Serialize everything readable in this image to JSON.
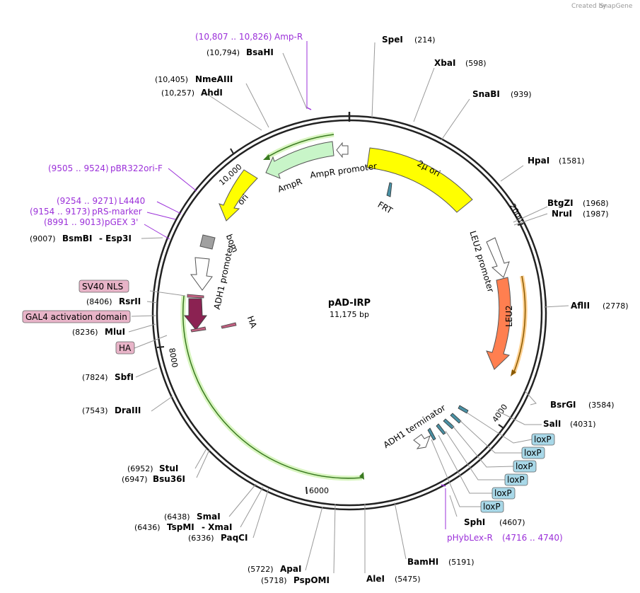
{
  "credit": "Created by",
  "credit_brand": "SnapGene",
  "plasmid": {
    "name": "pAD-IRP",
    "size_label": "11,175 bp"
  },
  "ruler_ticks": [
    {
      "label": "2000"
    },
    {
      "label": "4000"
    },
    {
      "label": "6000"
    },
    {
      "label": "8000"
    },
    {
      "label": "10,000"
    }
  ],
  "enzymes": [
    {
      "name": "SpeI",
      "pos": "(214)",
      "side": "right"
    },
    {
      "name": "XbaI",
      "pos": "(598)",
      "side": "right"
    },
    {
      "name": "SnaBI",
      "pos": "(939)",
      "side": "right"
    },
    {
      "name": "HpaI",
      "pos": "(1581)",
      "side": "right"
    },
    {
      "name": "BtgZI",
      "pos": "(1968)",
      "side": "right"
    },
    {
      "name": "NruI",
      "pos": "(1987)",
      "side": "right"
    },
    {
      "name": "AflII",
      "pos": "(2778)",
      "side": "right"
    },
    {
      "name": "BsrGI",
      "pos": "(3584)",
      "side": "right"
    },
    {
      "name": "SalI",
      "pos": "(4031)",
      "side": "right"
    },
    {
      "name": "SphI",
      "pos": "(4607)",
      "side": "right"
    },
    {
      "name": "BamHI",
      "pos": "(5191)",
      "side": "right"
    },
    {
      "name": "AleI",
      "pos": "(5475)",
      "side": "right"
    },
    {
      "name": "PspOMI",
      "pos": "(5718)",
      "side": "left"
    },
    {
      "name": "ApaI",
      "pos": "(5722)",
      "side": "left"
    },
    {
      "name": "PaqCI",
      "pos": "(6336)",
      "side": "left"
    },
    {
      "name": "TspMI",
      "pos": "(6436)",
      "side": "left",
      "extra": "- XmaI"
    },
    {
      "name": "SmaI",
      "pos": "(6438)",
      "side": "left"
    },
    {
      "name": "Bsu36I",
      "pos": "(6947)",
      "side": "left"
    },
    {
      "name": "StuI",
      "pos": "(6952)",
      "side": "left"
    },
    {
      "name": "DraIII",
      "pos": "(7543)",
      "side": "left"
    },
    {
      "name": "SbfI",
      "pos": "(7824)",
      "side": "left"
    },
    {
      "name": "MluI",
      "pos": "(8236)",
      "side": "left"
    },
    {
      "name": "RsrII",
      "pos": "(8406)",
      "side": "left"
    },
    {
      "name": "BsmBI",
      "pos": "(9007)",
      "side": "left",
      "extra": "- Esp3I"
    },
    {
      "name": "AhdI",
      "pos": "(10,257)",
      "side": "left"
    },
    {
      "name": "NmeAIII",
      "pos": "(10,405)",
      "side": "left"
    },
    {
      "name": "BsaHI",
      "pos": "(10,794)",
      "side": "left"
    }
  ],
  "primers": [
    {
      "name": "Amp-R",
      "range": "(10,807 .. 10,826)"
    },
    {
      "name": "pBR322ori-F",
      "range": "(9505 .. 9524)"
    },
    {
      "name": "L4440",
      "range": "(9254 .. 9271)"
    },
    {
      "name": "pRS-marker",
      "range": "(9154 .. 9173)"
    },
    {
      "name": "pGEX 3'",
      "range": "(8991 .. 9013)"
    },
    {
      "name": "pHybLex-R",
      "range": "(4716 .. 4740)"
    }
  ],
  "boxed_features": [
    {
      "label": "SV40 NLS",
      "color": "#e8b4c8"
    },
    {
      "label": "GAL4 activation domain",
      "color": "#e8b4c8"
    },
    {
      "label": "HA",
      "color": "#e8b4c8"
    },
    {
      "label": "loxP",
      "color": "#a8d8e8"
    },
    {
      "label": "loxP",
      "color": "#a8d8e8"
    },
    {
      "label": "loxP",
      "color": "#a8d8e8"
    },
    {
      "label": "loxP",
      "color": "#a8d8e8"
    },
    {
      "label": "loxP",
      "color": "#a8d8e8"
    },
    {
      "label": "loxP",
      "color": "#a8d8e8"
    }
  ],
  "features": {
    "two_mu_ori": "2µ ori",
    "frt": "FRT",
    "leu2_promoter": "LEU2 promoter",
    "leu2": "LEU2",
    "adh1_terminator": "ADH1 terminator",
    "adh1_promoter": "ADH1 promoter",
    "ha": "HA",
    "bom": "bom",
    "ori": "ori",
    "ampr": "AmpR",
    "ampr_promoter": "AmpR promoter"
  },
  "colors": {
    "two_mu_ori": "#ffff00",
    "leu2": "#ff7f50",
    "ampr": "#c8f5c8",
    "ori": "#ffff00",
    "gal4": "#8b2252",
    "primer": "#9b30d9",
    "frt": "#4a90a4",
    "green_orf": "#80d040"
  }
}
